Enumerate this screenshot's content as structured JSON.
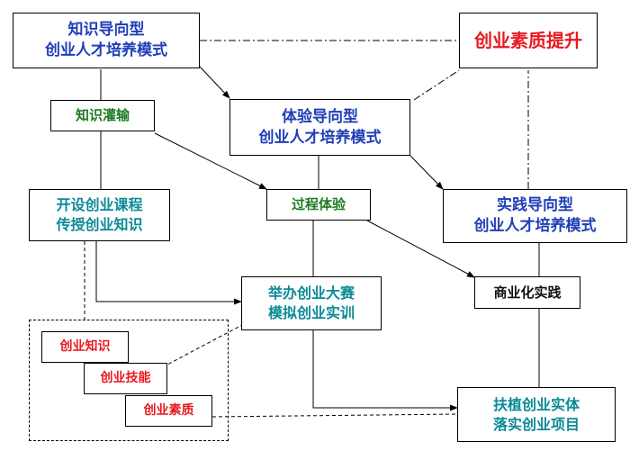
{
  "nodes": {
    "knowledge_model": {
      "line1": "知识导向型",
      "line2": "创业人才培养模式"
    },
    "quality_upgrade": {
      "label": "创业素质提升"
    },
    "knowledge_infusion": {
      "label": "知识灌输"
    },
    "experience_model": {
      "line1": "体验导向型",
      "line2": "创业人才培养模式"
    },
    "courses": {
      "line1": "开设创业课程",
      "line2": "传授创业知识"
    },
    "process_experience": {
      "label": "过程体验"
    },
    "practice_model": {
      "line1": "实践导向型",
      "line2": "创业人才培养模式"
    },
    "competition": {
      "line1": "举办创业大赛",
      "line2": "模拟创业实训"
    },
    "commercial_practice": {
      "label": "商业化实践"
    },
    "entrepreneur_knowledge": {
      "label": "创业知识"
    },
    "entrepreneur_skills": {
      "label": "创业技能"
    },
    "entrepreneur_quality": {
      "label": "创业素质"
    },
    "support_entities": {
      "line1": "扶植创业实体",
      "line2": "落实创业项目"
    }
  },
  "colors": {
    "model_text": "#1f3fb8",
    "knowledge_text": "#1e7a22",
    "activity_text": "#0a8a96",
    "quality_text": "#e8191e"
  }
}
